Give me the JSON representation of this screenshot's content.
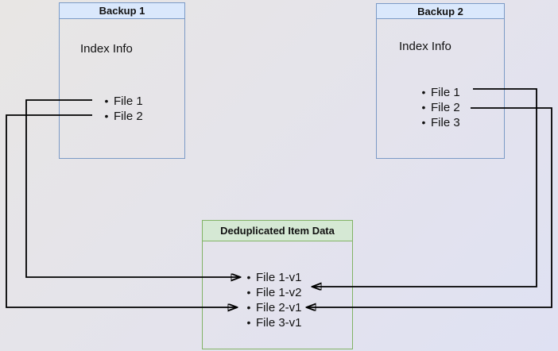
{
  "diagram": {
    "backup1": {
      "title": "Backup 1",
      "section_label": "Index Info",
      "files": [
        "File 1",
        "File 2"
      ]
    },
    "backup2": {
      "title": "Backup 2",
      "section_label": "Index Info",
      "files": [
        "File 1",
        "File 2",
        "File 3"
      ]
    },
    "dedup": {
      "title": "Deduplicated Item Data",
      "items": [
        "File 1-v1",
        "File 1-v2",
        "File 2-v1",
        "File 3-v1"
      ]
    },
    "connections": [
      {
        "from": "Backup 1 / File 1",
        "to": "File 1-v1"
      },
      {
        "from": "Backup 1 / File 2",
        "to": "File 2-v1"
      },
      {
        "from": "Backup 2 / File 1",
        "to": "File 1-v2"
      },
      {
        "from": "Backup 2 / File 2",
        "to": "File 2-v1"
      }
    ],
    "colors": {
      "blue_fill": "#dae8fc",
      "blue_border": "#7b9ac6",
      "green_fill": "#d5e8d4",
      "green_border": "#82b366",
      "arrow": "#000000"
    }
  }
}
